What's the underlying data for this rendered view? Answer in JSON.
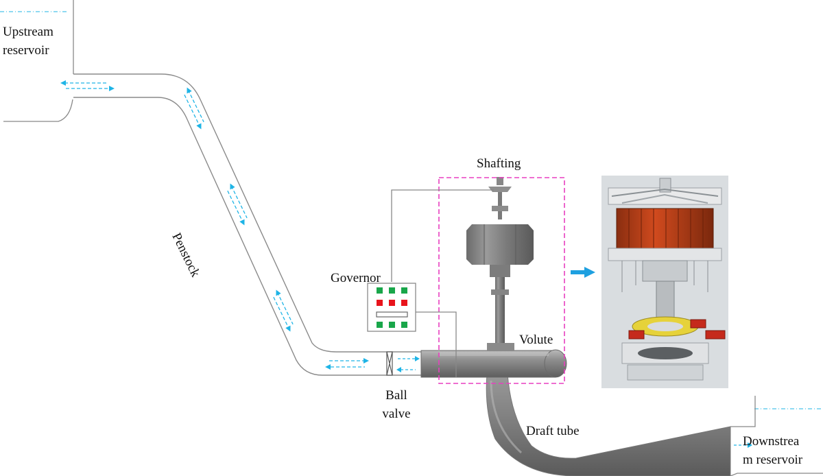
{
  "labels": {
    "upstream_line1": "Upstream",
    "upstream_line2": "reservoir",
    "penstock": "Penstock",
    "shafting": "Shafting",
    "governor": "Governor",
    "volute": "Volute",
    "ball_valve_line1": "Ball",
    "ball_valve_line2": "valve",
    "draft_tube": "Draft tube",
    "downstream_line1": "Downstrea",
    "downstream_line2": "m reservoir"
  },
  "colors": {
    "flow_arrow": "#1eb4e6",
    "highlight_box": "#e83fc0",
    "pipe_outline": "#8a8a8a",
    "governor_green": "#19a64a",
    "governor_red": "#e8141c",
    "big_arrow": "#1ea0e0",
    "stator_red": "#c4421c",
    "ring_yellow": "#e6d23a"
  },
  "icons": {
    "unit_photo": "hydro-generator-unit-render",
    "big_arrow": "arrow-right-icon",
    "ball_valve": "valve-symbol-icon"
  }
}
